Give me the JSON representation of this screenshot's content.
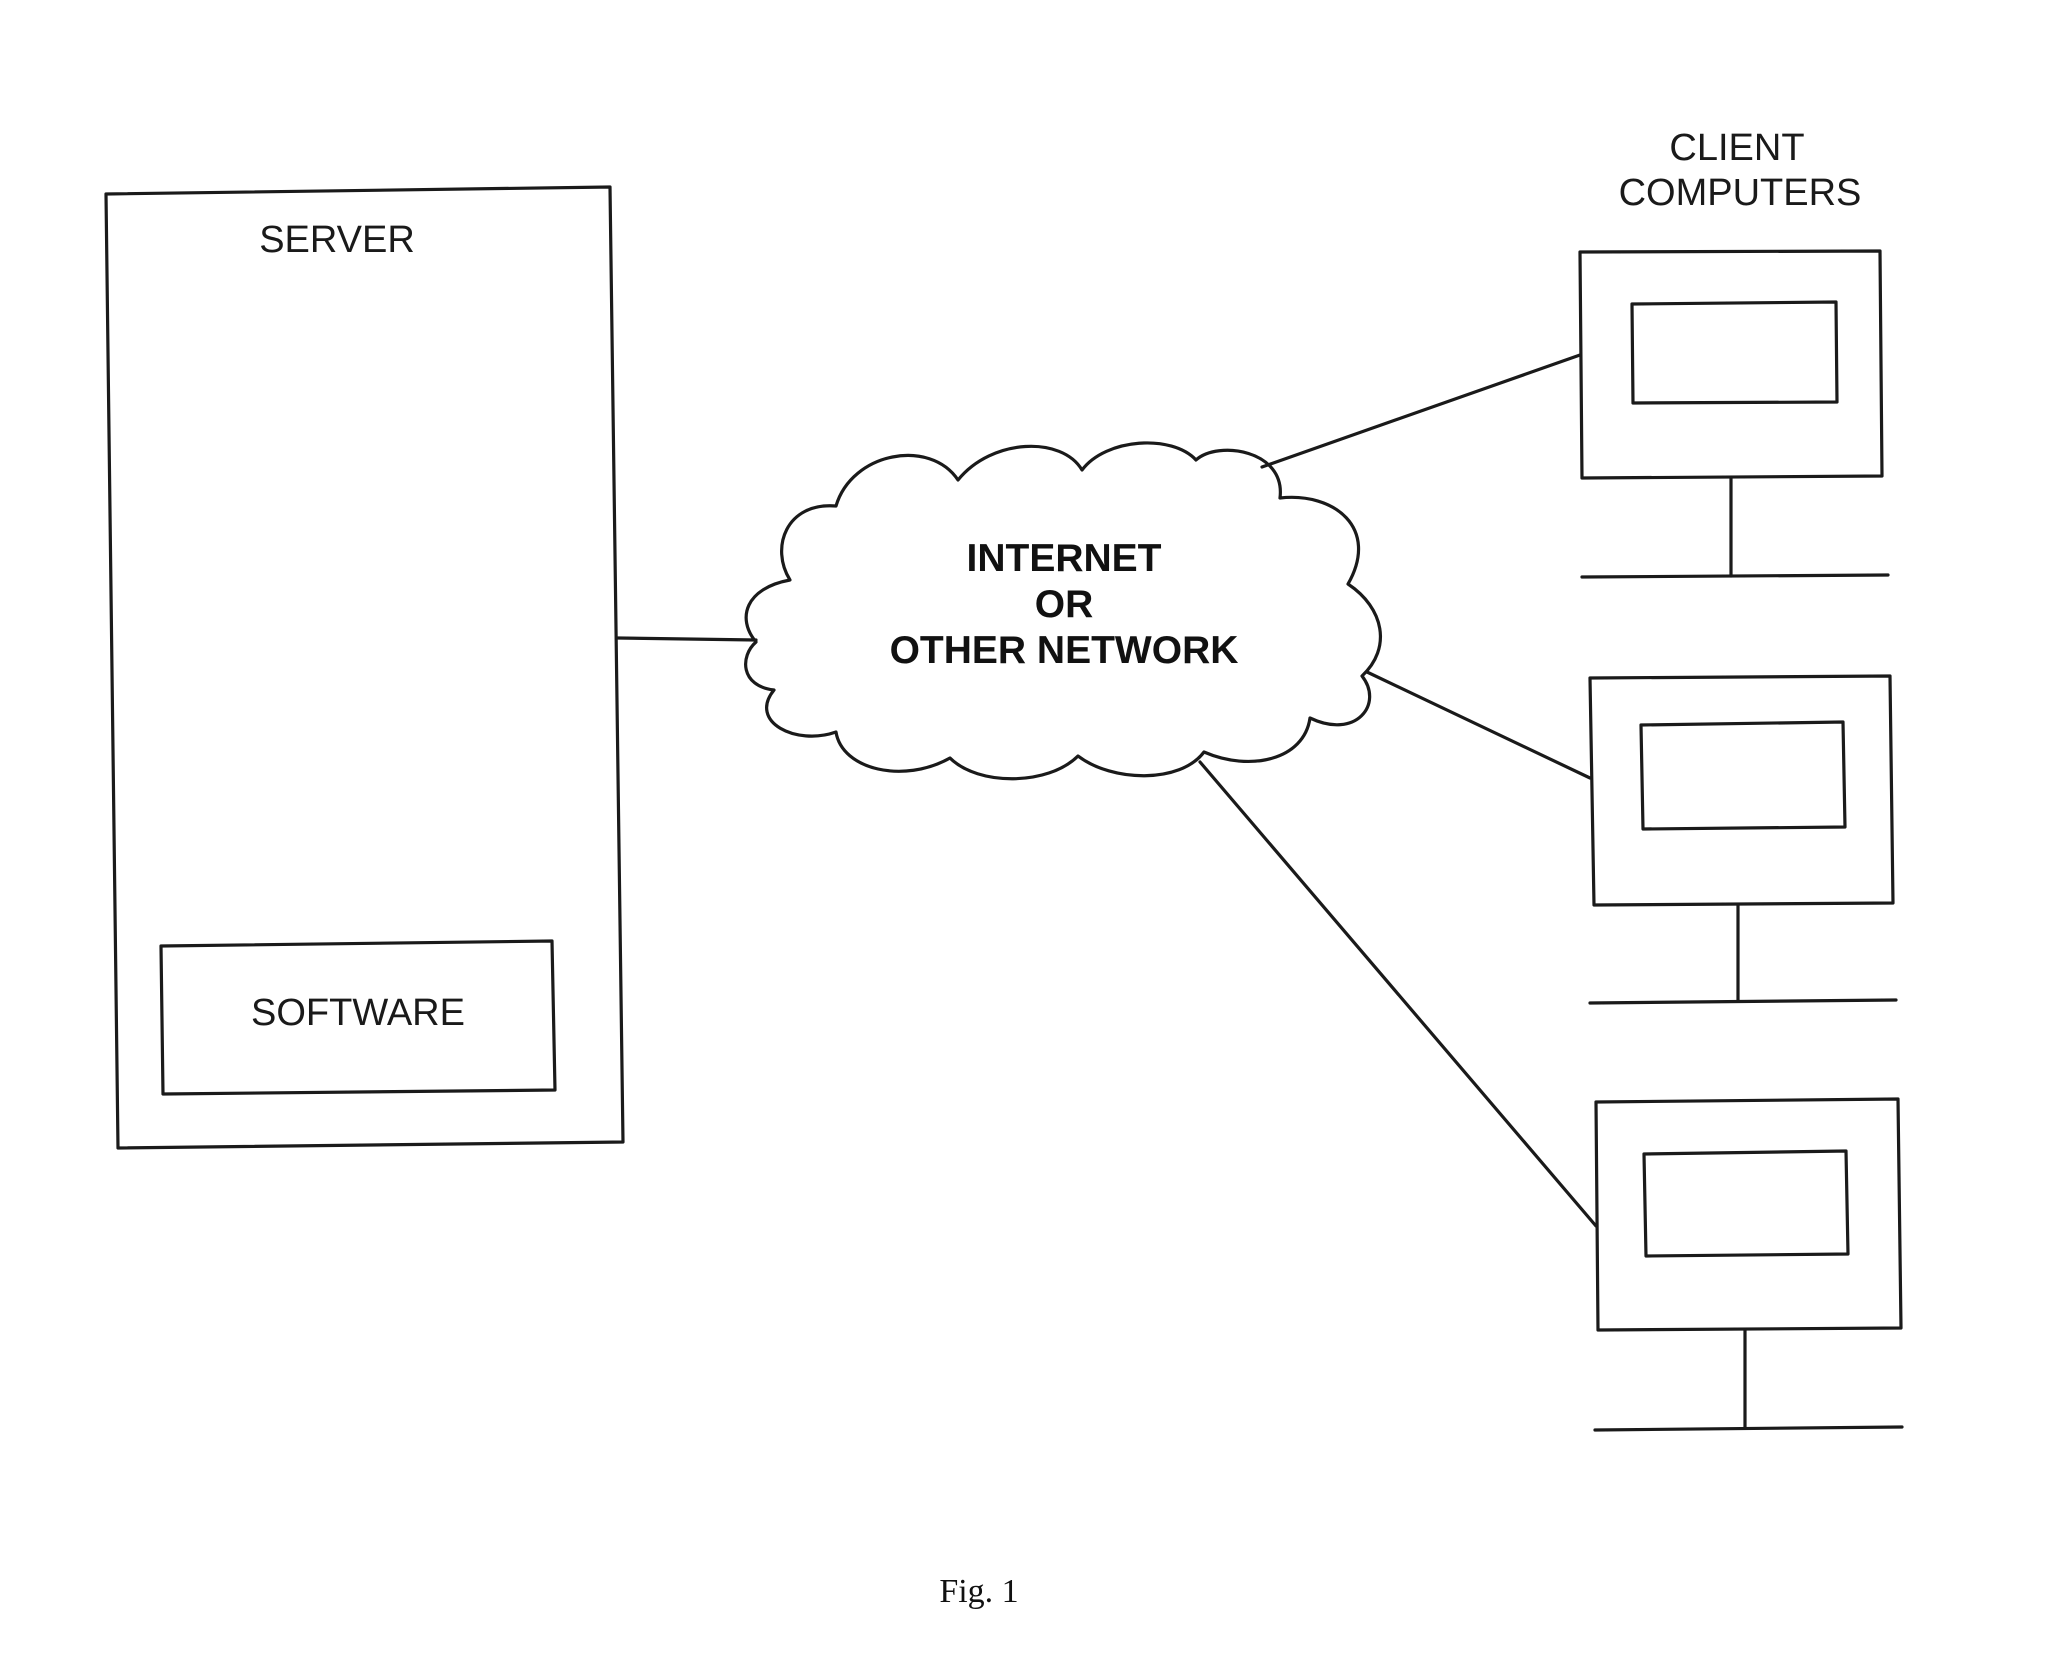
{
  "server": {
    "label": "SERVER",
    "software_label": "SOFTWARE"
  },
  "network": {
    "line1": "INTERNET",
    "line2": "OR",
    "line3": "OTHER NETWORK"
  },
  "clients": {
    "label_line1": "CLIENT",
    "label_line2": "COMPUTERS",
    "count": 3
  },
  "figure": {
    "caption": "Fig. 1"
  }
}
